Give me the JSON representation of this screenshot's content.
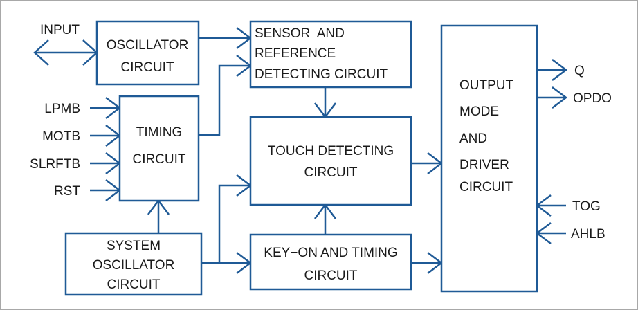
{
  "colors": {
    "line": "#1f5a96",
    "frame": "#a8a8a8",
    "text": "#1a1a1a"
  },
  "blocks": {
    "oscillator": {
      "lines": [
        "OSCILLATOR",
        "CIRCUIT"
      ]
    },
    "timing": {
      "lines": [
        "TIMING",
        "CIRCUIT"
      ]
    },
    "system_oscillator": {
      "lines": [
        "SYSTEM",
        "OSCILLATOR",
        "CIRCUIT"
      ]
    },
    "sensor": {
      "lines": [
        "SENSOR  AND",
        "REFERENCE",
        "DETECTING CIRCUIT"
      ]
    },
    "touch": {
      "lines": [
        "TOUCH DETECTING",
        "CIRCUIT"
      ]
    },
    "keyon": {
      "lines": [
        "KEY−ON AND TIMING",
        "CIRCUIT"
      ]
    },
    "output": {
      "lines": [
        "OUTPUT",
        "MODE",
        "AND",
        "DRIVER",
        "CIRCUIT"
      ]
    }
  },
  "signals": {
    "input": "INPUT",
    "lpmb": "LPMB",
    "motb": "MOTB",
    "slrftb": "SLRFTB",
    "rst": "RST",
    "q": "Q",
    "opdo": "OPDO",
    "tog": "TOG",
    "ahlb": "AHLB"
  }
}
